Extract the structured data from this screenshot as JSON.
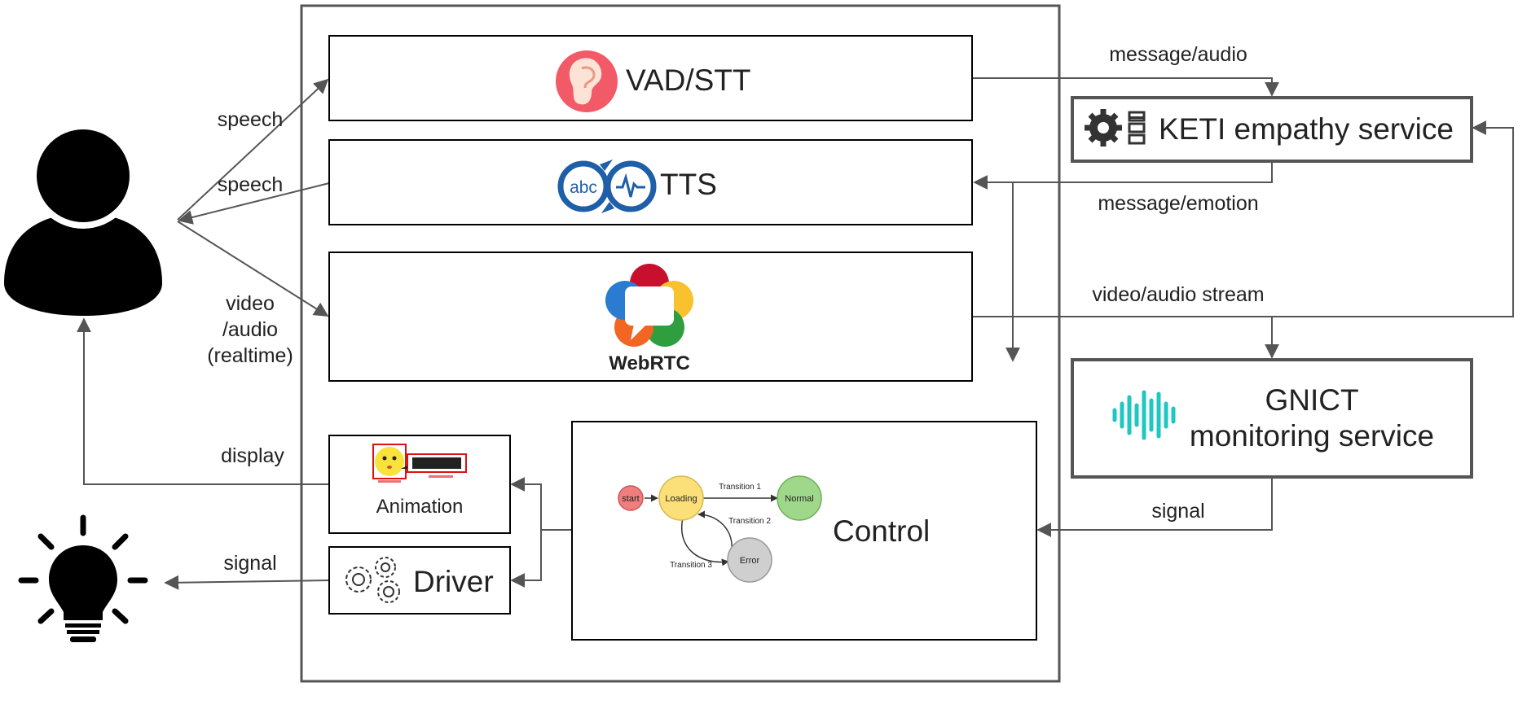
{
  "modules": {
    "vad_stt": "VAD/STT",
    "tts": "TTS",
    "webrtc": "WebRTC",
    "animation": "Animation",
    "driver": "Driver",
    "control": "Control"
  },
  "services": {
    "keti": "KETI empathy service",
    "gnict_line1": "GNICT",
    "gnict_line2": "monitoring service"
  },
  "edge_labels": {
    "speech_in": "speech",
    "speech_out": "speech",
    "video_line1": "video",
    "video_line2": "/audio",
    "video_line3": "(realtime)",
    "display": "display",
    "signal_light": "signal",
    "message_audio": "message/audio",
    "message_emotion": "message/emotion",
    "video_audio_stream": "video/audio stream",
    "signal_control": "signal"
  },
  "state_machine": {
    "states": [
      "start",
      "Loading",
      "Normal",
      "Error"
    ],
    "transitions": [
      "Transition 1",
      "Transition 2",
      "Transition 3"
    ]
  },
  "icons": [
    "user-icon",
    "lightbulb-icon",
    "ear-icon",
    "tts-icon",
    "webrtc-logo",
    "emoji-face-icon",
    "gears-icon",
    "keti-settings-icon",
    "soundwave-icon"
  ],
  "colors": {
    "stroke": "#555555",
    "ear": "#f25a68",
    "tts_blue": "#1e5fa8",
    "webrtc_red": "#c8102e",
    "webrtc_yellow": "#f9c12e",
    "webrtc_green": "#2e9e3f",
    "webrtc_orange": "#f26522",
    "webrtc_blue": "#2b7bd1",
    "soundwave": "#1fc7c1",
    "emoji_yellow": "#f9e33a"
  }
}
